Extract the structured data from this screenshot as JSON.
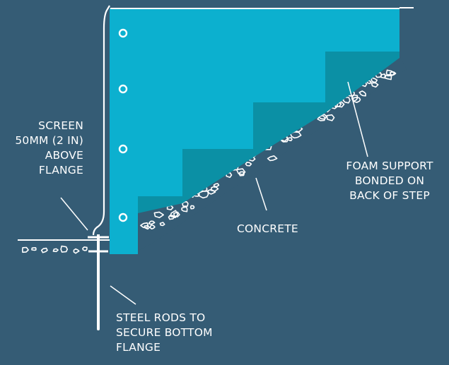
{
  "colors": {
    "background": "#355c75",
    "step_fill": "#0cb0cf",
    "foam_support": "#0b90a5",
    "line": "#ffffff"
  },
  "labels": {
    "screen": [
      "SCREEN",
      "50MM (2 IN)",
      "ABOVE",
      "FLANGE"
    ],
    "concrete": [
      "CONCRETE"
    ],
    "foam": [
      "FOAM SUPPORT",
      "BONDED ON",
      "BACK OF STEP"
    ],
    "rods": [
      "STEEL RODS TO",
      "SECURE BOTTOM",
      "FLANGE"
    ]
  }
}
